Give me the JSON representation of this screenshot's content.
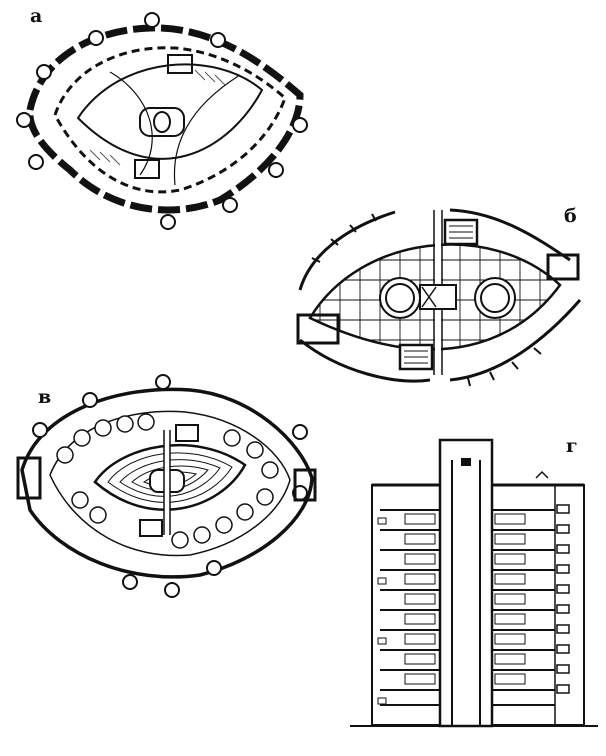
{
  "figure": {
    "panels": [
      {
        "id": "a",
        "label": "а",
        "content": "plan-ring-courtyard"
      },
      {
        "id": "b",
        "label": "б",
        "content": "plan-courtyard-grid-detail"
      },
      {
        "id": "v",
        "label": "в",
        "content": "plan-ring-with-garden"
      },
      {
        "id": "g",
        "label": "г",
        "content": "elevation-section"
      }
    ],
    "colors": {
      "ink": "#111111",
      "paper": "#ffffff",
      "hatch": "#555555"
    }
  }
}
